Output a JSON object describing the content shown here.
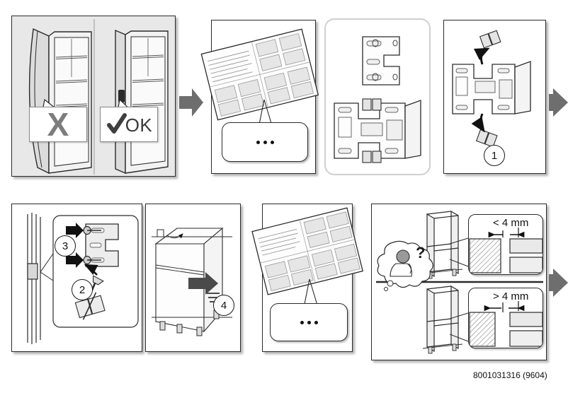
{
  "document": {
    "type": "appliance-installation-instruction-sheet",
    "footer_code": "8001031316  (9604)"
  },
  "panels": [
    {
      "id": "door-comparison",
      "name": "door-seal-comparison",
      "variants": [
        {
          "label": "X",
          "meaning": "incorrect",
          "icon": "cross-icon"
        },
        {
          "label": "OK",
          "meaning": "correct",
          "icon": "check-icon"
        }
      ]
    },
    {
      "id": "manual-reference-top",
      "name": "instruction-leaflet-reference",
      "callout_text": "…"
    },
    {
      "id": "parts-overview",
      "name": "mounting-bracket-parts"
    },
    {
      "id": "step-1",
      "name": "remove-clips-step",
      "step_number": "1"
    },
    {
      "id": "step-2-3",
      "name": "screw-and-mount-step",
      "step_numbers": [
        "3",
        "2"
      ]
    },
    {
      "id": "step-4",
      "name": "slide-appliance-step",
      "step_number": "4"
    },
    {
      "id": "manual-reference-bottom",
      "name": "instruction-leaflet-reference",
      "callout_text": "…"
    },
    {
      "id": "gap-check",
      "name": "door-gap-measurement",
      "question_mark": "?",
      "measurements": [
        {
          "label": "< 4 mm",
          "case": "small-gap"
        },
        {
          "label": "> 4 mm",
          "case": "large-gap"
        }
      ]
    }
  ],
  "colors": {
    "panel_border": "#2b2b2b",
    "panel_fill_gray": "#e8e8e8",
    "arrow_gray": "#6e6e6e",
    "ink": "#1a1a1a",
    "sign_mark_gray": "#7d7d7d"
  },
  "callouts": {
    "dots": "…"
  },
  "measurements": {
    "small": "< 4 mm",
    "large": "> 4 mm",
    "question": "?"
  },
  "steps": {
    "one": "1",
    "two": "2",
    "three": "3",
    "four": "4"
  }
}
